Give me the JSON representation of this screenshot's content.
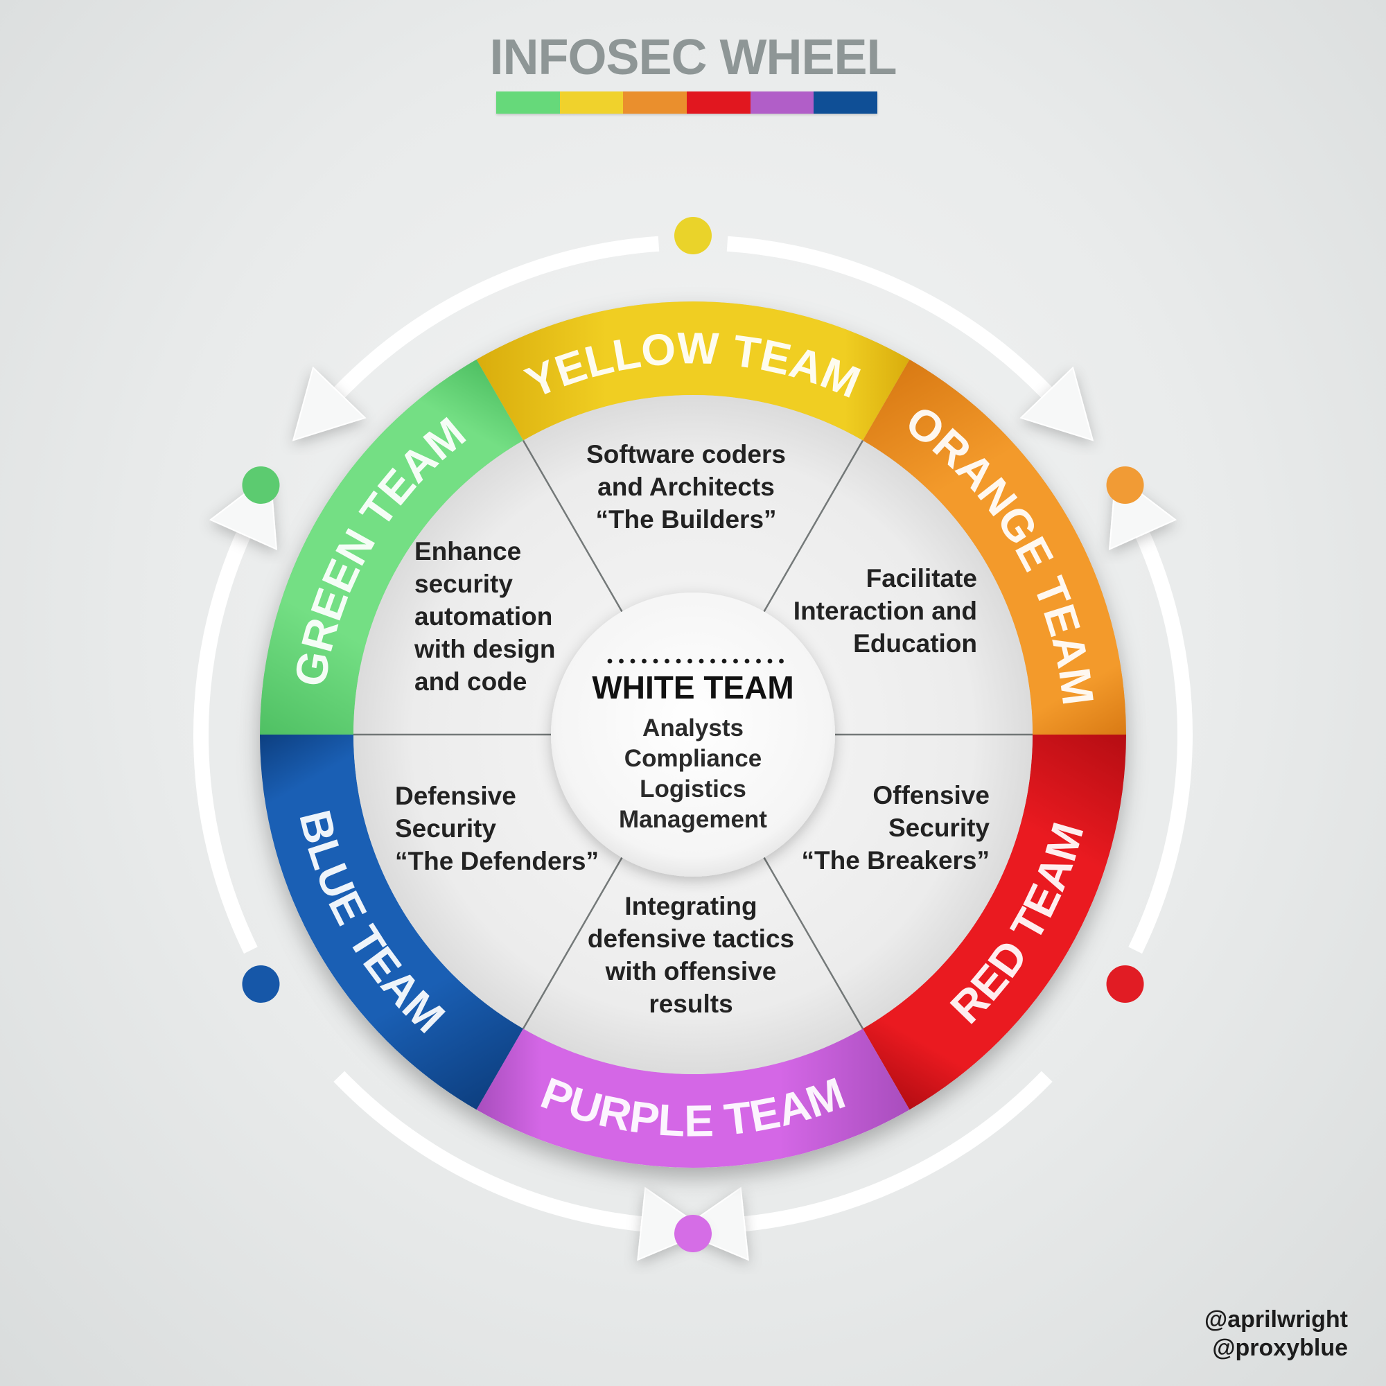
{
  "title": "INFOSEC WHEEL",
  "color_bar": [
    "#66d97a",
    "#f0d22c",
    "#ea8f2d",
    "#e1171f",
    "#b15ec8",
    "#0f4f96"
  ],
  "teams": [
    {
      "key": "yellow",
      "label": "YELLOW TEAM",
      "color": "#f0ce22",
      "dark": "#d9ad0d",
      "dot": "#ead32a",
      "desc": [
        "Software coders",
        "and Architects",
        "“The Builders”"
      ]
    },
    {
      "key": "orange",
      "label": "ORANGE TEAM",
      "color": "#f39a2b",
      "dark": "#d97a14",
      "dot": "#f19b35",
      "desc": [
        "Facilitate",
        "Interaction and",
        "Education"
      ]
    },
    {
      "key": "red",
      "label": "RED TEAM",
      "color": "#ea1a20",
      "dark": "#b50d13",
      "dot": "#e11c24",
      "desc": [
        "Offensive",
        "Security",
        "“The Breakers”"
      ]
    },
    {
      "key": "purple",
      "label": "PURPLE TEAM",
      "color": "#d467e6",
      "dark": "#a84dbd",
      "dot": "#d56de6",
      "desc": [
        "Integrating",
        "defensive tactics",
        "with offensive",
        "results"
      ]
    },
    {
      "key": "blue",
      "label": "BLUE TEAM",
      "color": "#1a5fb4",
      "dark": "#0d3f80",
      "dot": "#1657a8",
      "desc": [
        "Defensive",
        "Security",
        "“The Defenders”"
      ]
    },
    {
      "key": "green",
      "label": "GREEN TEAM",
      "color": "#74df84",
      "dark": "#4fc063",
      "dot": "#5ccb70",
      "desc": [
        "Enhance",
        "security",
        "automation",
        "with design",
        "and code"
      ]
    }
  ],
  "center": {
    "label": "WHITE TEAM",
    "lines": [
      "Analysts",
      "Compliance",
      "Logistics",
      "Management"
    ]
  },
  "credits": [
    "@aprilwright",
    "@proxyblue"
  ]
}
